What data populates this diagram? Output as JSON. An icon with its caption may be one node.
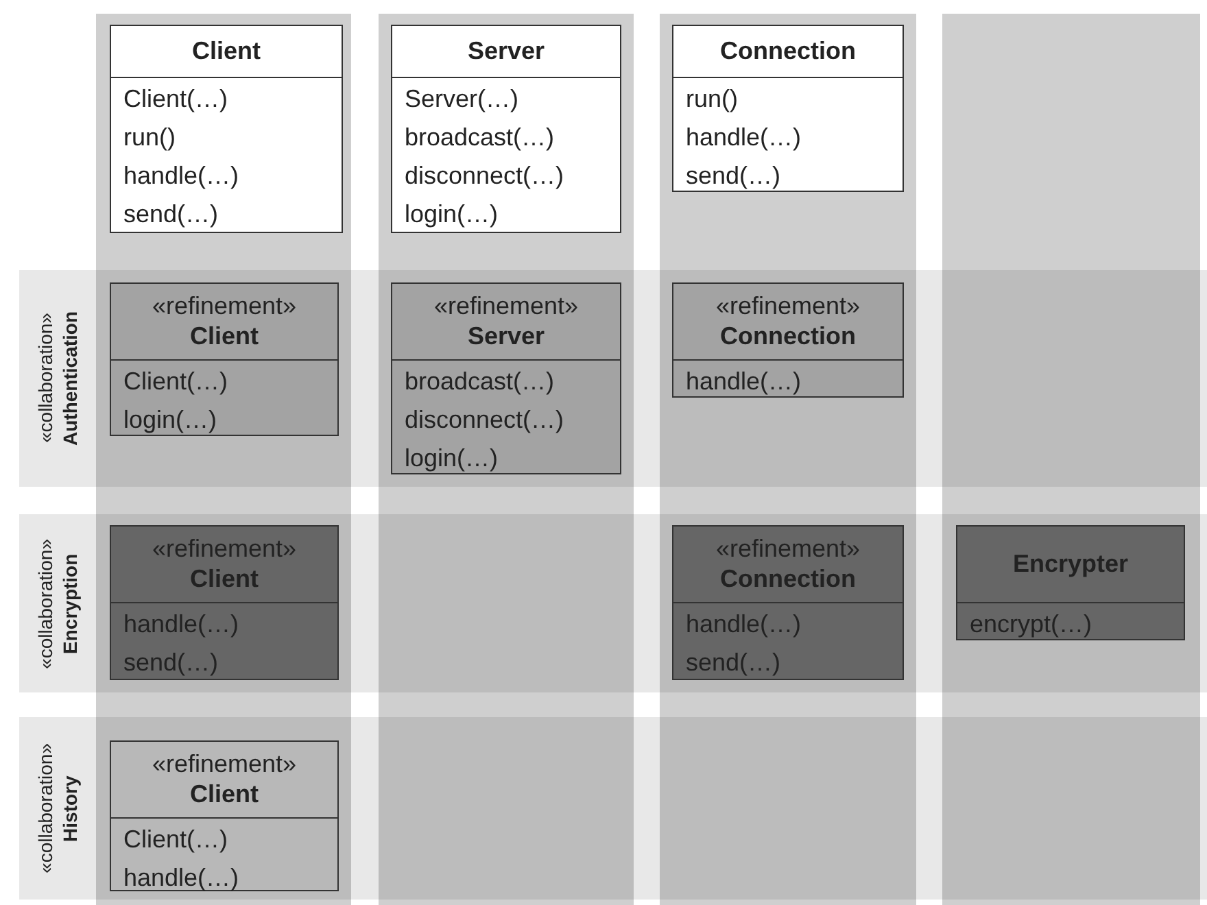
{
  "diagram": {
    "nodes": [
      {
        "text": [
          "Client",
          "Client(…)",
          "run()",
          "handle(…)",
          "send(…)"
        ]
      },
      {
        "text": [
          "Server",
          "Server(…)",
          "broadcast(…)",
          "disconnect(…)",
          "login(…)"
        ]
      },
      {
        "text": [
          "Connection",
          "run()",
          "handle(…)",
          "send(…)"
        ]
      },
      {
        "text": [
          "«collaboration»",
          "Authentication"
        ]
      },
      {
        "text": [
          "«refinement»",
          "Client",
          "Client(…)",
          "login(…)"
        ],
        "in": 3
      },
      {
        "text": [
          "«refinement»",
          "Server",
          "broadcast(…)",
          "disconnect(…)",
          "login(…)"
        ],
        "in": 3
      },
      {
        "text": [
          "«refinement»",
          "Connection",
          "handle(…)"
        ],
        "in": 3
      },
      {
        "text": [
          "«collaboration»",
          "Encryption"
        ]
      },
      {
        "text": [
          "«refinement»",
          "Client",
          "handle(…)",
          "send(…)"
        ],
        "in": 7
      },
      {
        "text": [
          "«refinement»",
          "Connection",
          "handle(…)",
          "send(…)"
        ],
        "in": 7
      },
      {
        "text": [
          "Encrypter",
          "encrypt(…)"
        ],
        "in": 7
      },
      {
        "text": [
          "«collaboration»",
          "History"
        ]
      },
      {
        "text": [
          "«refinement»",
          "Client",
          "Client(…)",
          "handle(…)"
        ],
        "in": 11
      }
    ]
  }
}
